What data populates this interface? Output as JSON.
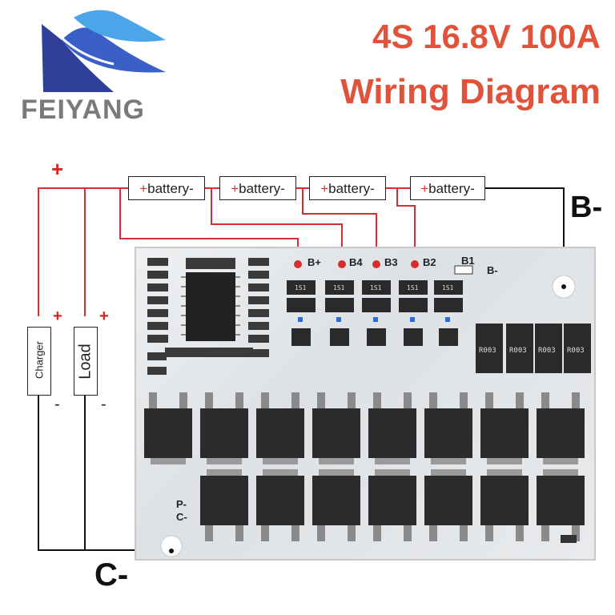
{
  "brand": {
    "name": "FEIYANG"
  },
  "title": {
    "line1": "4S 16.8V 100A",
    "line2": "Wiring Diagram"
  },
  "batteries": [
    {
      "plus": "+",
      "label": "battery-"
    },
    {
      "plus": "+",
      "label": "battery-"
    },
    {
      "plus": "+",
      "label": "battery-"
    },
    {
      "plus": "+",
      "label": "battery-"
    }
  ],
  "pads": {
    "bplus": "B+",
    "b4": "B4",
    "b3": "B3",
    "b2": "B2",
    "b1": "B1",
    "bminus": "B-",
    "pminus": "P-",
    "cminus": "C-"
  },
  "terminals": {
    "b_minus": "B-",
    "c_minus": "C-"
  },
  "signs": {
    "top_plus": "+",
    "charger_plus": "+",
    "load_plus": "+",
    "charger_minus": "-",
    "load_minus": "-"
  },
  "devices": {
    "charger": "Charger",
    "load": "Load"
  },
  "resistor_marks": [
    "R003",
    "R003",
    "R003",
    "R003"
  ],
  "chip_marks": [
    "1S1",
    "1S1",
    "1S1",
    "1S1",
    "1S1"
  ],
  "colors": {
    "title": "#e0523a",
    "wire_red": "#d32f2f",
    "wire_black": "#111111",
    "logo_blue": "#2f3f9a"
  }
}
